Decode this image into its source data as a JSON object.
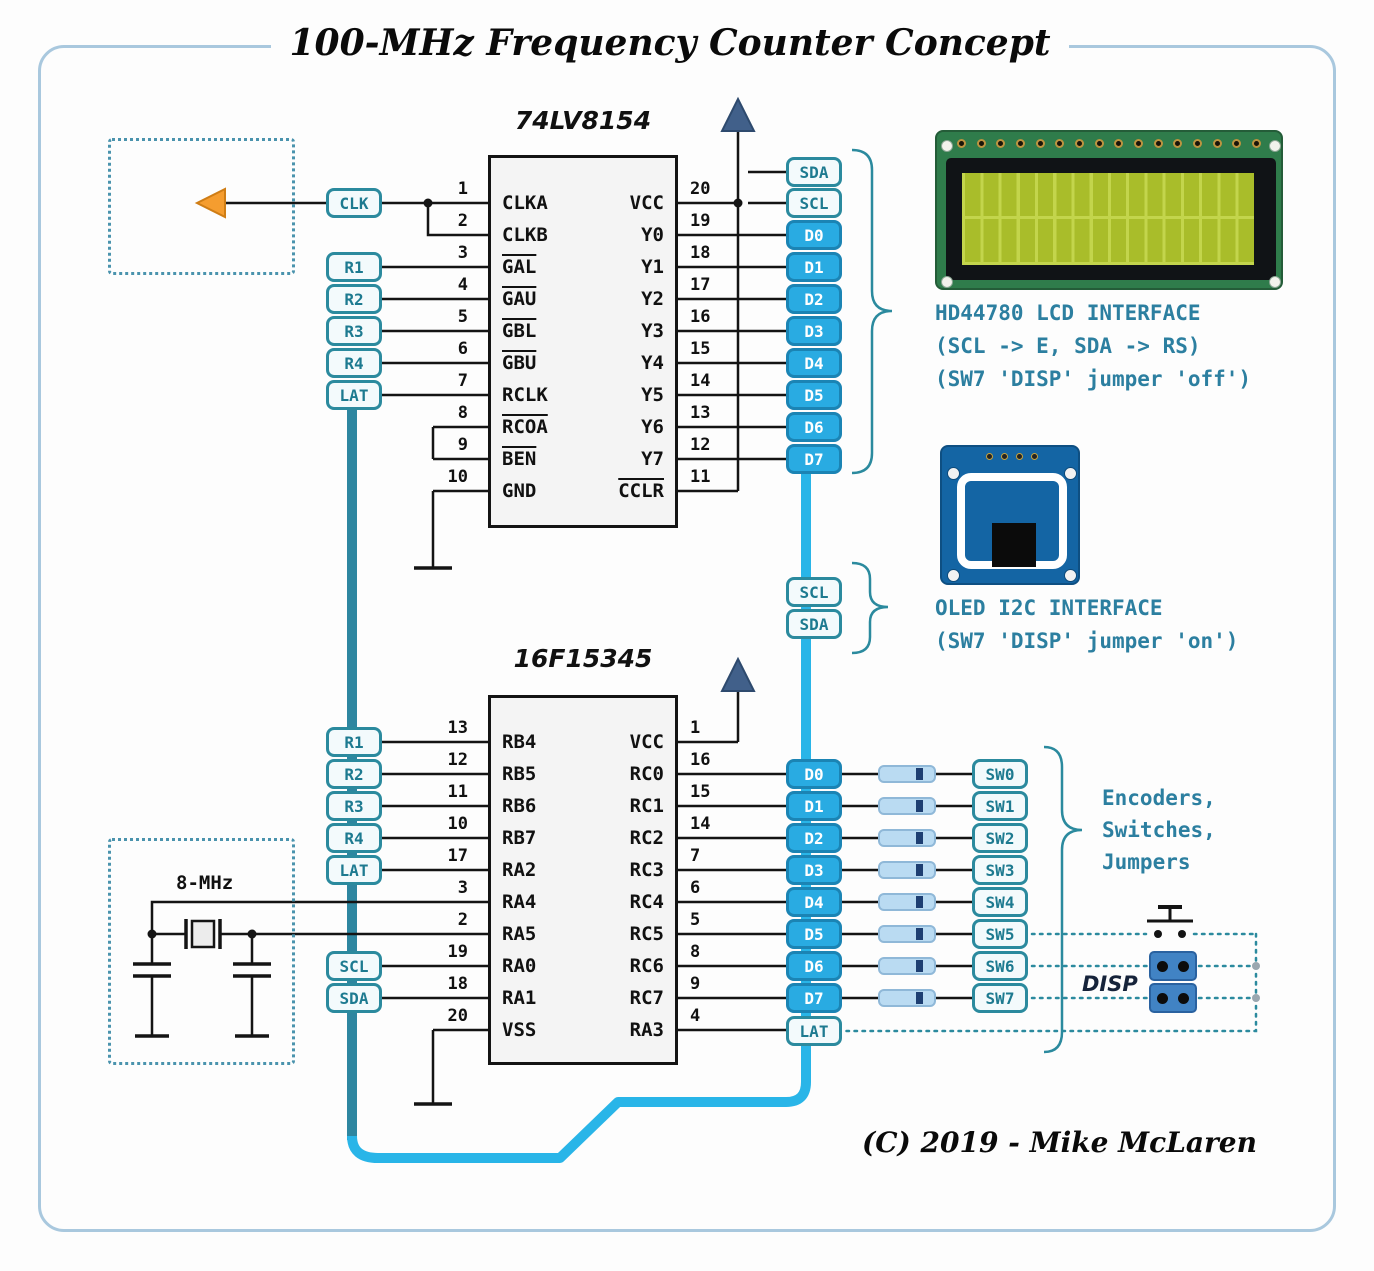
{
  "title": "100-MHz Frequency Counter Concept",
  "copyright": "(C) 2019 - Mike McLaren",
  "chip1": {
    "label": "74LV8154",
    "pins_left": [
      {
        "num": "1",
        "name": "CLKA"
      },
      {
        "num": "2",
        "name": "CLKB"
      },
      {
        "num": "3",
        "name": "GAL"
      },
      {
        "num": "4",
        "name": "GAU"
      },
      {
        "num": "5",
        "name": "GBL"
      },
      {
        "num": "6",
        "name": "GBU"
      },
      {
        "num": "7",
        "name": "RCLK"
      },
      {
        "num": "8",
        "name": "RCOA"
      },
      {
        "num": "9",
        "name": "BEN"
      },
      {
        "num": "10",
        "name": "GND"
      }
    ],
    "pins_right": [
      {
        "num": "20",
        "name": "VCC"
      },
      {
        "num": "19",
        "name": "Y0"
      },
      {
        "num": "18",
        "name": "Y1"
      },
      {
        "num": "17",
        "name": "Y2"
      },
      {
        "num": "16",
        "name": "Y3"
      },
      {
        "num": "15",
        "name": "Y4"
      },
      {
        "num": "14",
        "name": "Y5"
      },
      {
        "num": "13",
        "name": "Y6"
      },
      {
        "num": "12",
        "name": "Y7"
      },
      {
        "num": "11",
        "name": "CCLR"
      }
    ]
  },
  "chip2": {
    "label": "16F15345",
    "pins_left": [
      {
        "num": "13",
        "name": "RB4"
      },
      {
        "num": "12",
        "name": "RB5"
      },
      {
        "num": "11",
        "name": "RB6"
      },
      {
        "num": "10",
        "name": "RB7"
      },
      {
        "num": "17",
        "name": "RA2"
      },
      {
        "num": "3",
        "name": "RA4"
      },
      {
        "num": "2",
        "name": "RA5"
      },
      {
        "num": "19",
        "name": "RA0"
      },
      {
        "num": "18",
        "name": "RA1"
      },
      {
        "num": "20",
        "name": "VSS"
      }
    ],
    "pins_right": [
      {
        "num": "1",
        "name": "VCC"
      },
      {
        "num": "16",
        "name": "RC0"
      },
      {
        "num": "15",
        "name": "RC1"
      },
      {
        "num": "14",
        "name": "RC2"
      },
      {
        "num": "7",
        "name": "RC3"
      },
      {
        "num": "6",
        "name": "RC4"
      },
      {
        "num": "5",
        "name": "RC5"
      },
      {
        "num": "8",
        "name": "RC6"
      },
      {
        "num": "9",
        "name": "RC7"
      },
      {
        "num": "4",
        "name": "RA3"
      }
    ]
  },
  "tags": {
    "clk": "CLK",
    "lat": "LAT",
    "scl": "SCL",
    "sda": "SDA",
    "r": [
      "R1",
      "R2",
      "R3",
      "R4"
    ],
    "d": [
      "D0",
      "D1",
      "D2",
      "D3",
      "D4",
      "D5",
      "D6",
      "D7"
    ],
    "sw": [
      "SW0",
      "SW1",
      "SW2",
      "SW3",
      "SW4",
      "SW5",
      "SW6",
      "SW7"
    ]
  },
  "annotations": {
    "lcd_line1": "HD44780 LCD INTERFACE",
    "lcd_line2": "(SCL -> E, SDA -> RS)",
    "lcd_line3": "(SW7 'DISP' jumper 'off')",
    "oled_line1": "OLED I2C INTERFACE",
    "oled_line2": "(SW7 'DISP' jumper 'on')",
    "right_line1": "Encoders,",
    "right_line2": "Switches,",
    "right_line3": "Jumpers",
    "disp_label": "DISP",
    "crystal_label": "8-MHz"
  },
  "colors": {
    "accent_teal": "#2b8a9e",
    "bus_cyan": "#29b5e8",
    "bus_teal": "#2e86a0",
    "d_tag_fill": "#29abe2",
    "power_triangle": "#41608a",
    "clock_arrow_orange": "#f59d2f",
    "frame_blue": "#a9c8de",
    "annotation_text": "#2c7fa0"
  }
}
